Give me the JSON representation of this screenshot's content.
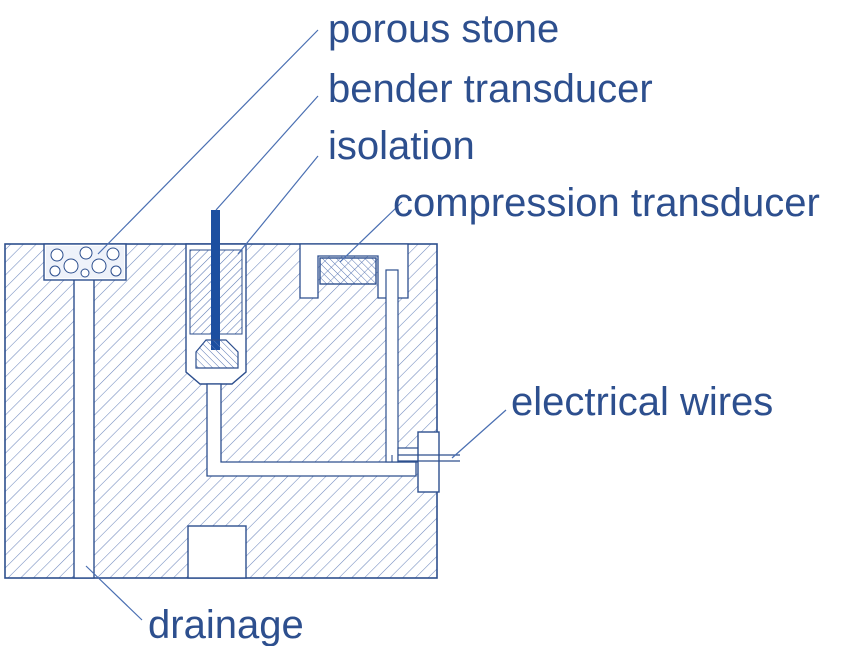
{
  "labels": {
    "porous_stone": "porous stone",
    "bender_transducer": "bender transducer",
    "isolation": "isolation",
    "compression_transducer": "compression transducer",
    "electrical_wires": "electrical wires",
    "drainage": "drainage"
  },
  "colors": {
    "line": "#2d4f8e",
    "hatch": "#6f88bd",
    "leader": "#4a6fb2",
    "label_text": "#2d4f8e",
    "bender_element": "#1c4fa0",
    "background": "#ffffff"
  }
}
